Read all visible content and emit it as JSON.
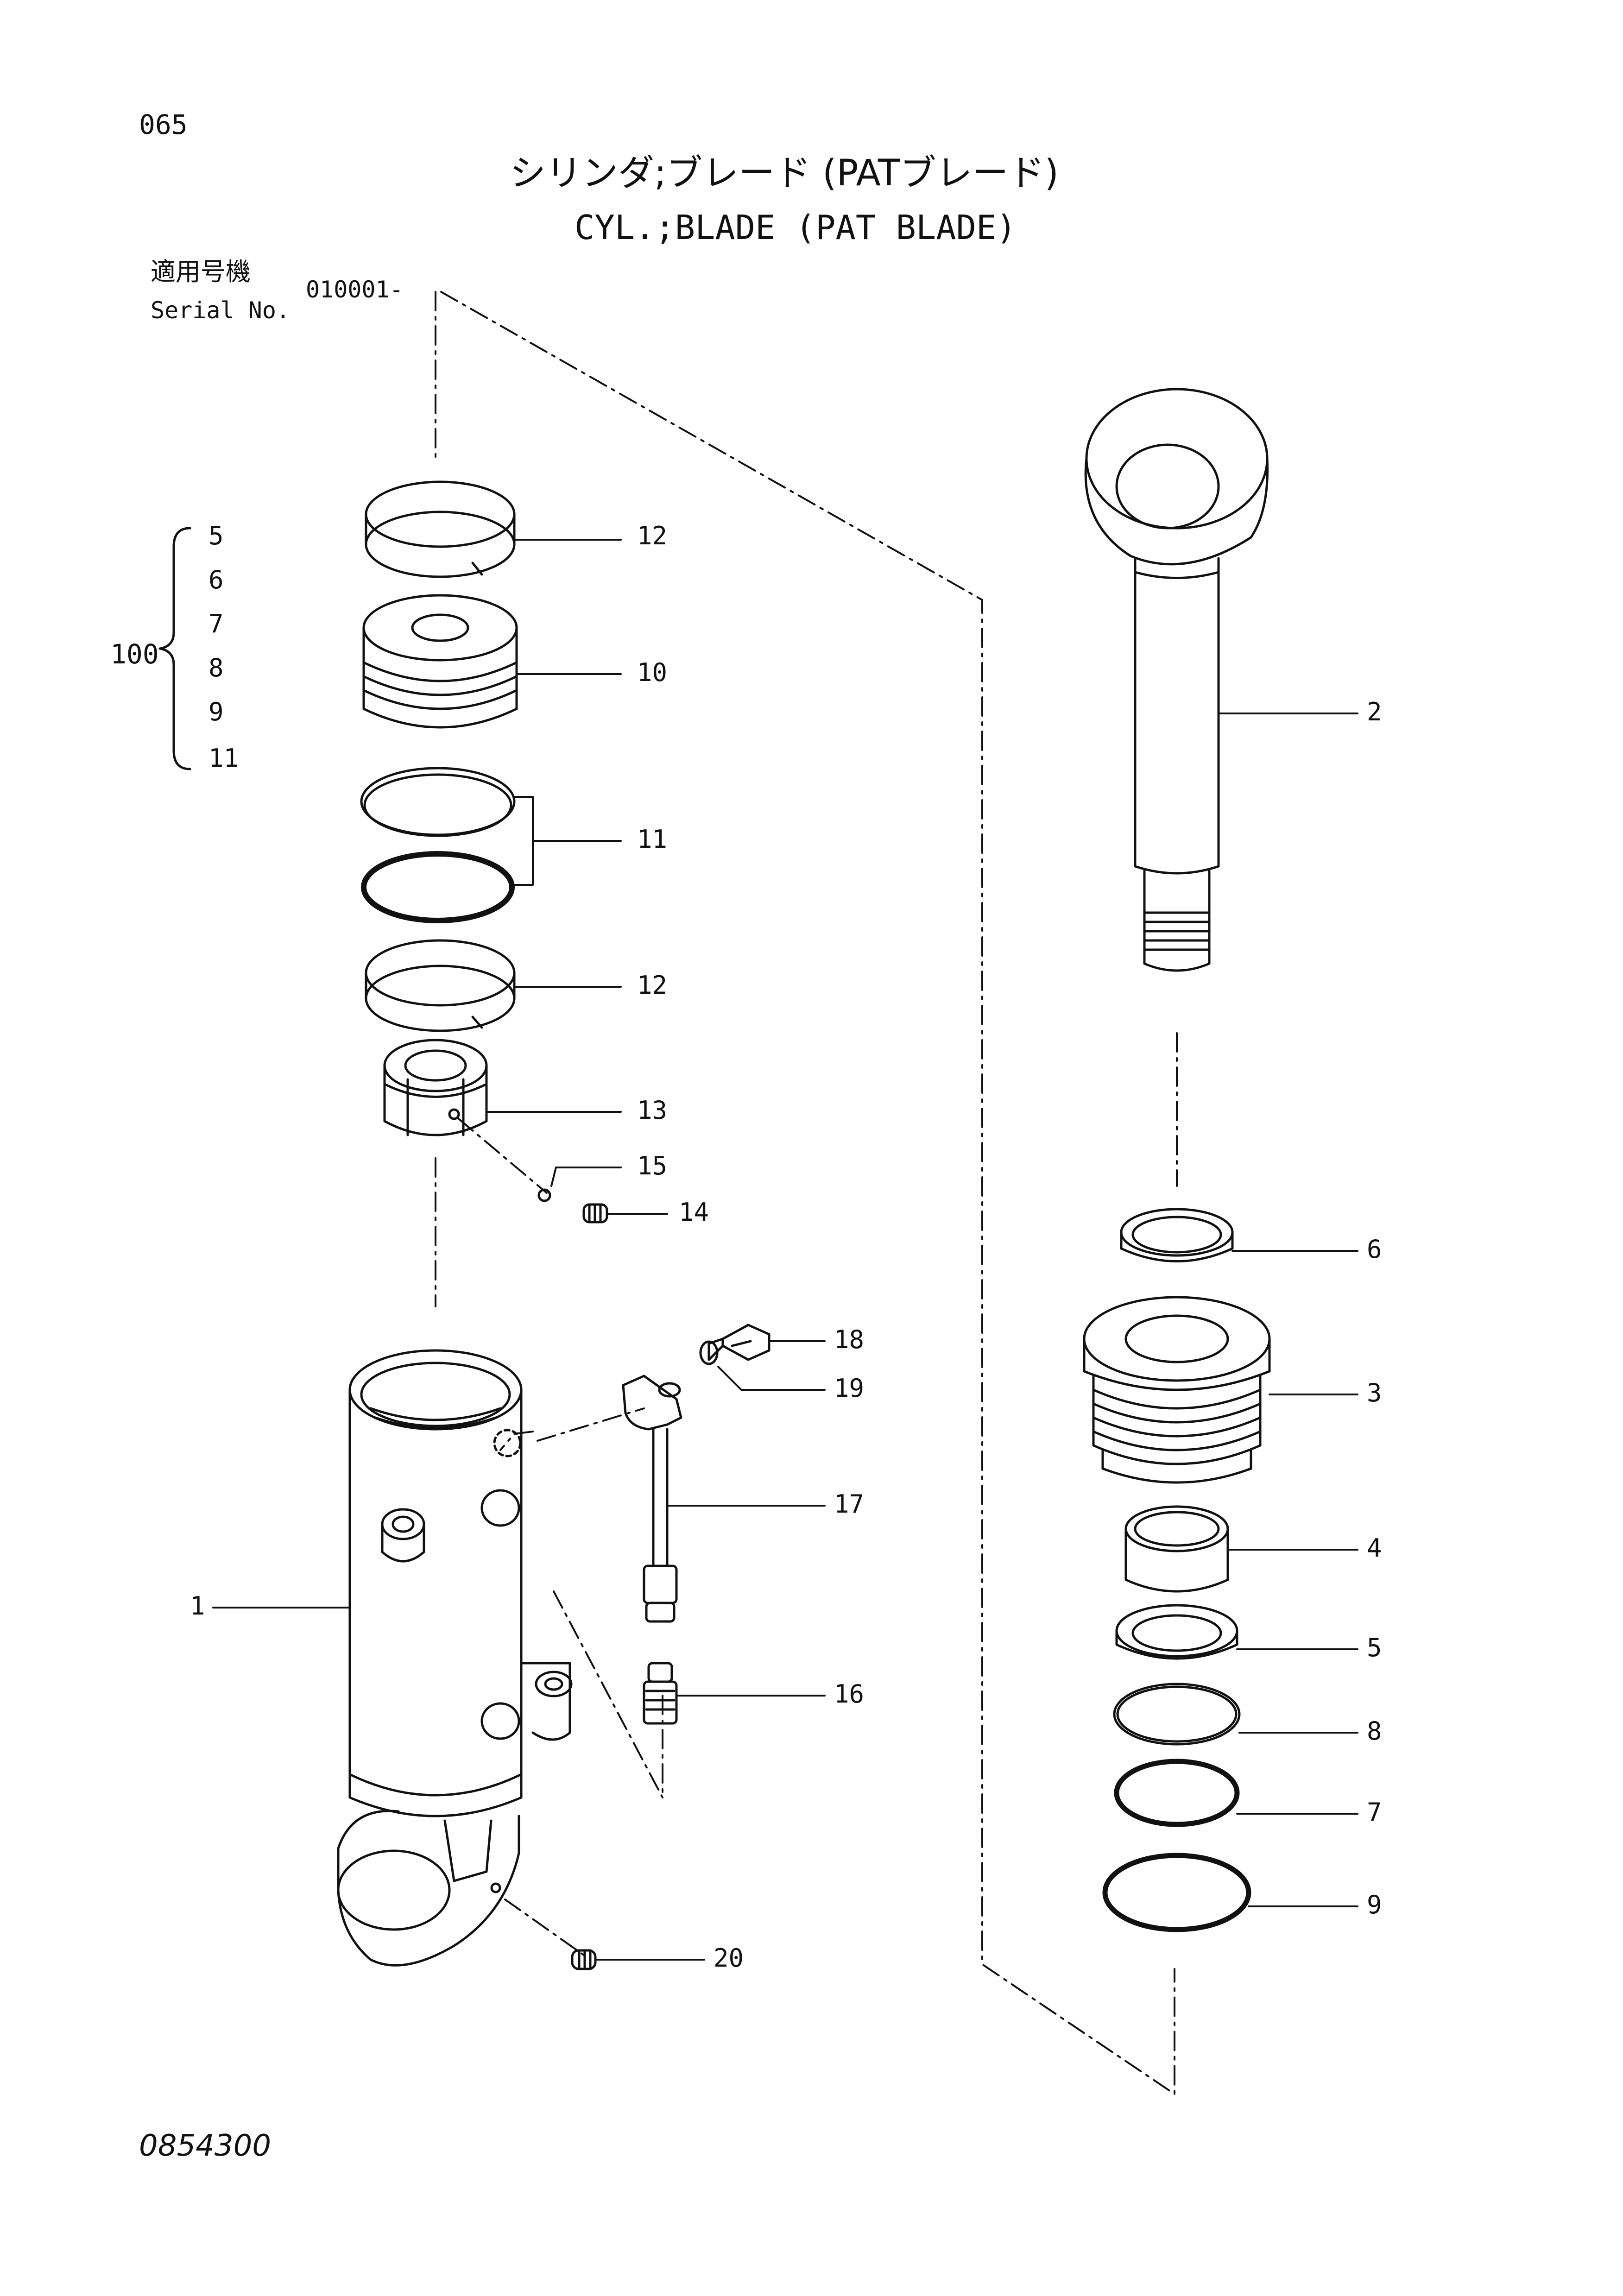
{
  "page_number": "065",
  "title": {
    "japanese": "シリンダ;ブレード (PATブレード)",
    "english": "CYL.;BLADE (PAT BLADE)"
  },
  "serial": {
    "label_japanese": "適用号機",
    "label_english": "Serial No.",
    "value": "010001-"
  },
  "kit": {
    "number": "100",
    "items": [
      "5",
      "6",
      "7",
      "8",
      "9",
      "11"
    ]
  },
  "callouts": {
    "c12a": "12",
    "c10": "10",
    "c11": "11",
    "c12b": "12",
    "c13": "13",
    "c15": "15",
    "c14": "14",
    "c18": "18",
    "c19": "19",
    "c17": "17",
    "c16": "16",
    "c1": "1",
    "c20": "20",
    "c2": "2",
    "c6": "6",
    "c3": "3",
    "c4": "4",
    "c5": "5",
    "c8": "8",
    "c7": "7",
    "c9": "9"
  },
  "drawing_number": "0854300"
}
